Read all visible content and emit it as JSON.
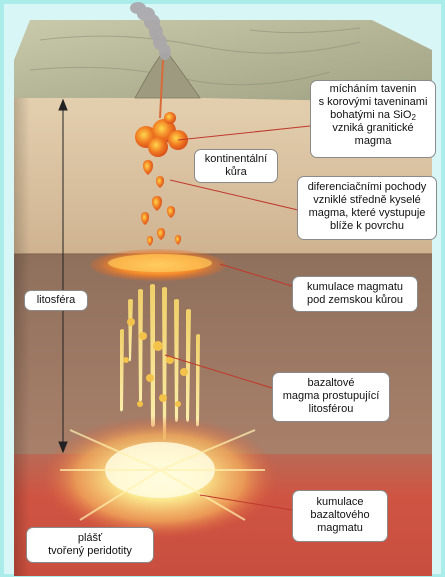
{
  "labels": {
    "granite": {
      "line1": "mícháním tavenin",
      "line2": "s korovými taveninami",
      "line3_pre": "bohatými na SiO",
      "line3_sub": "2",
      "line4": "vzniká granitické",
      "line5": "magma"
    },
    "crust": {
      "line1": "kontinentální",
      "line2": "kůra"
    },
    "differentiation": {
      "line1": "diferenciačními pochody",
      "line2": "vzniklé středně kyselé",
      "line3": "magma, které vystupuje",
      "line4": "blíže k povrchu"
    },
    "accumulation": {
      "line1": "kumulace magmatu",
      "line2": "pod zemskou kůrou"
    },
    "lithosphere": {
      "line1": "litosféra"
    },
    "basalt_rise": {
      "line1": "bazaltové",
      "line2": "magma prostupující",
      "line3": "litosférou"
    },
    "basalt_accum": {
      "line1": "kumulace",
      "line2": "bazaltového",
      "line3": "magmatu"
    },
    "mantle": {
      "line1": "plášť",
      "line2": "tvořený peridotity"
    }
  },
  "colors": {
    "background": "#a9ecea",
    "surface": "#b7b99a",
    "crust": "#d9c09e",
    "lithosphere_mantle": "#9b7a62",
    "asthenosphere": "#c8503e",
    "magma_orange": "#f07a22",
    "magma_yellow": "#fff2a0",
    "smoke": "#a9a6aa"
  }
}
